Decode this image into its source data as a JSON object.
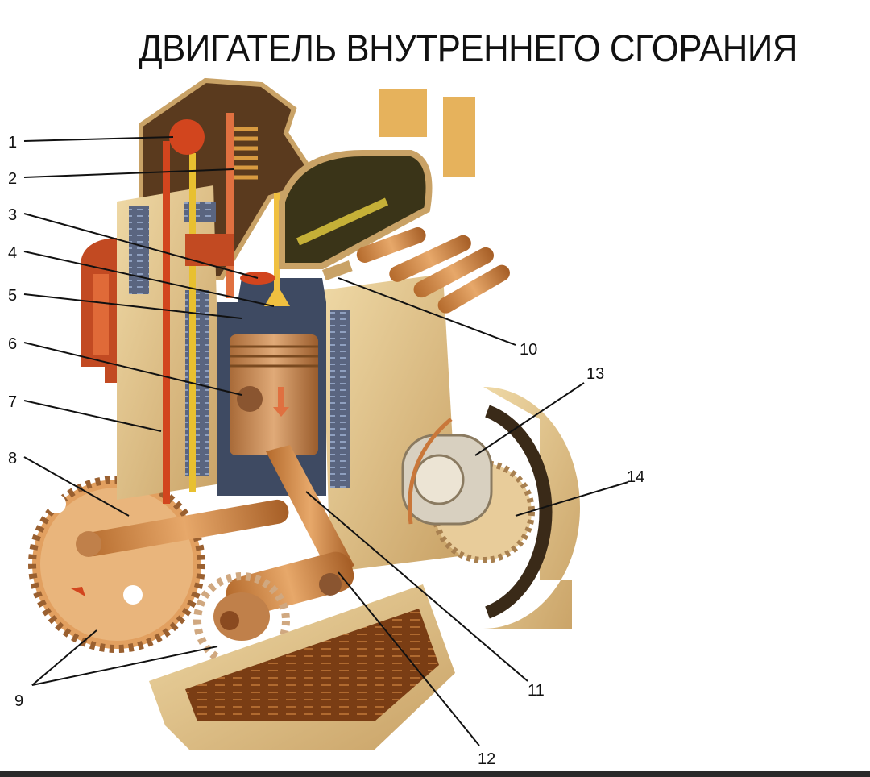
{
  "title": "ДВИГАТЕЛЬ ВНУТРЕННЕГО СГОРАНИЯ",
  "callouts": {
    "c1": "1",
    "c2": "2",
    "c3": "3",
    "c4": "4",
    "c5": "5",
    "c6": "6",
    "c7": "7",
    "c8": "8",
    "c9": "9",
    "c10": "10",
    "c11": "11",
    "c12": "12",
    "c13": "13",
    "c14": "14"
  },
  "colors": {
    "casing": "#d9b87a",
    "dark_casing": "#5a3a1e",
    "copper": "#c9773a",
    "red_part": "#d2451e",
    "water_jacket": "#55607a",
    "oil": "#8a4a1c"
  }
}
